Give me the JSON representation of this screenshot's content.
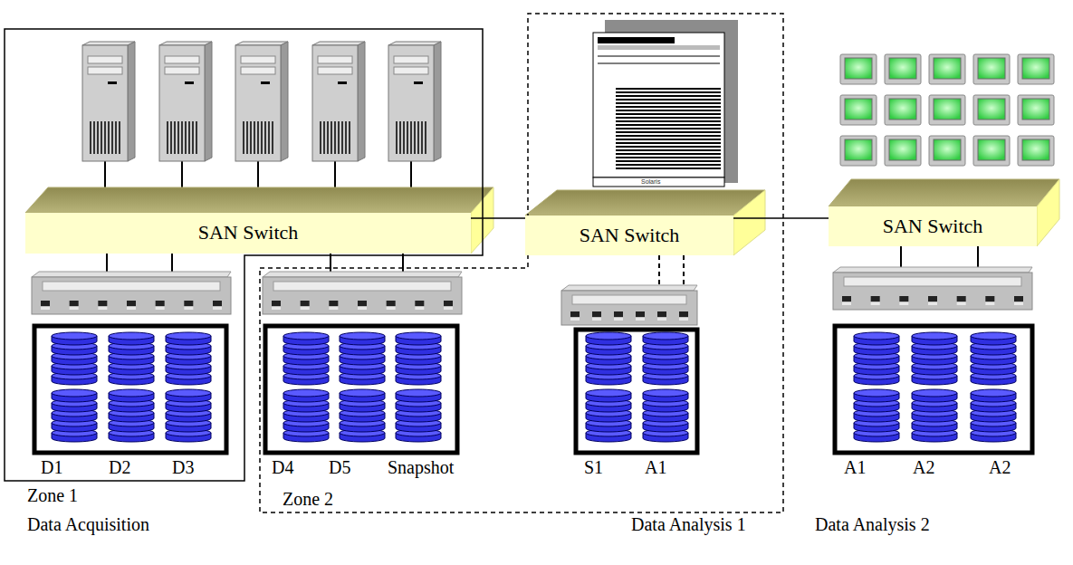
{
  "diagram": {
    "nodes": [
      {
        "text": [
          "Zone 1"
        ]
      },
      {
        "text": [
          "Zone 2"
        ]
      },
      {
        "text": [
          "SAN Switch"
        ]
      },
      {
        "text": [
          "SAN Switch"
        ],
        "in": 1
      },
      {
        "text": [
          "SAN Switch"
        ]
      }
    ],
    "edges": [
      {
        "from": 2,
        "to": 3,
        "arrow": "none"
      },
      {
        "from": 3,
        "to": 4,
        "arrow": "none"
      }
    ],
    "labels": [
      "Data Acquisition",
      "Data Analysis 1",
      "Data Analysis 2",
      "D1",
      "D2",
      "D3",
      "D4",
      "D5",
      "Snapshot",
      "S1",
      "A1",
      "A1",
      "A2",
      "A2",
      "Solaris"
    ]
  }
}
